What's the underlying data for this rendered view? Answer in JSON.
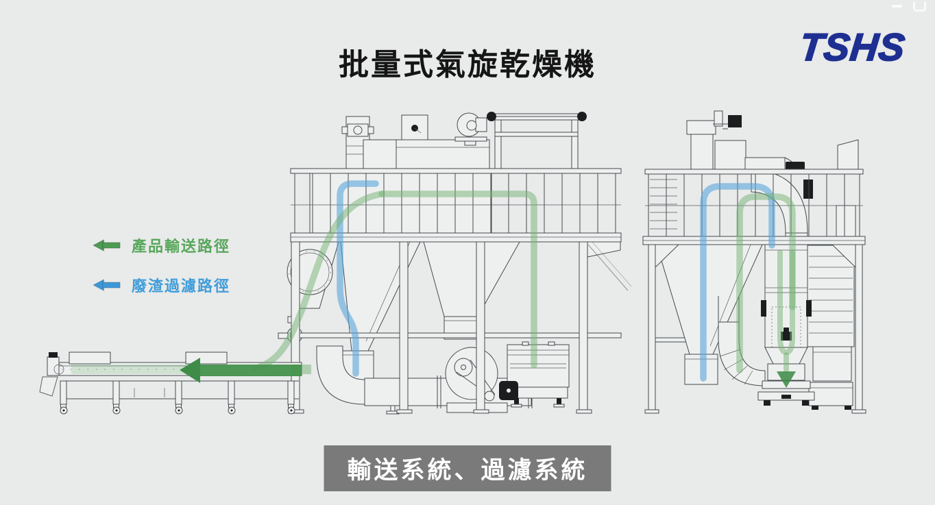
{
  "header": {
    "title": "批量式氣旋乾燥機",
    "logo_text": "TSHS",
    "logo_color": "#1e2f92"
  },
  "legend": {
    "items": [
      {
        "id": "product-path",
        "label": "產品輸送路徑",
        "text_color": "#58a75c",
        "arrow_color": "#4e9b53",
        "arrow_direction": "left"
      },
      {
        "id": "waste-path",
        "label": "廢渣過濾路徑",
        "text_color": "#3f9dda",
        "arrow_color": "#3e97d6",
        "arrow_direction": "left"
      }
    ]
  },
  "footer": {
    "caption": "輸送系統、過濾系統",
    "bg_color": "#7a7a7a",
    "text_color": "#ffffff"
  },
  "diagram": {
    "machines": [
      {
        "id": "dryer-platform-left",
        "description": "batch swirl dryer: elevated platform with railing, top blower and roller gantry, twin hoppers, duct elbow, belt-drive blower, vibrating discharge unit and outfeed belt conveyor"
      },
      {
        "id": "filter-unit-right",
        "description": "filter/recovery tower: platform with ladder railing, top drive motor, curved elbow duct, cyclone hopper with collector box, segmented bend duct, central filter cabinet with discharge arrow, louvered panel and side box"
      }
    ],
    "overlays": {
      "product_path_color": "#74b274",
      "waste_path_color": "#5aa5da",
      "product_arrow_fill": "#3f8c49"
    }
  }
}
